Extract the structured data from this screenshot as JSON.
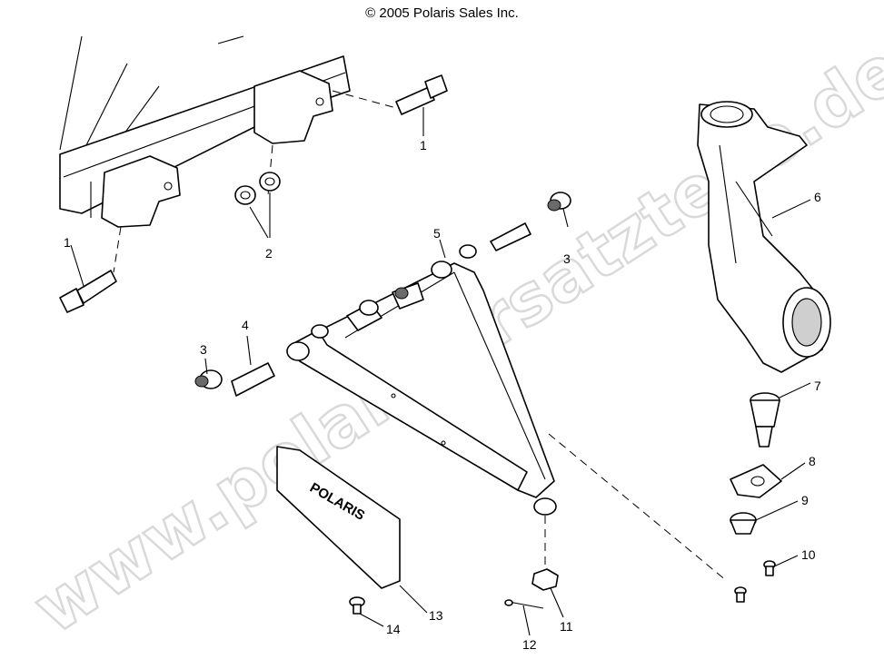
{
  "copyright": "© 2005 Polaris Sales Inc.",
  "watermark": "www.polarisersatzteile.de",
  "guard_text": "POLARIS",
  "callouts": [
    {
      "id": "c1a",
      "label": "1"
    },
    {
      "id": "c1b",
      "label": "1"
    },
    {
      "id": "c2",
      "label": "2"
    },
    {
      "id": "c3a",
      "label": "3"
    },
    {
      "id": "c3b",
      "label": "3"
    },
    {
      "id": "c4",
      "label": "4"
    },
    {
      "id": "c5",
      "label": "5"
    },
    {
      "id": "c6",
      "label": "6"
    },
    {
      "id": "c7",
      "label": "7"
    },
    {
      "id": "c8",
      "label": "8"
    },
    {
      "id": "c9",
      "label": "9"
    },
    {
      "id": "c10",
      "label": "10"
    },
    {
      "id": "c11",
      "label": "11"
    },
    {
      "id": "c12",
      "label": "12"
    },
    {
      "id": "c13",
      "label": "13"
    },
    {
      "id": "c14",
      "label": "14"
    }
  ]
}
